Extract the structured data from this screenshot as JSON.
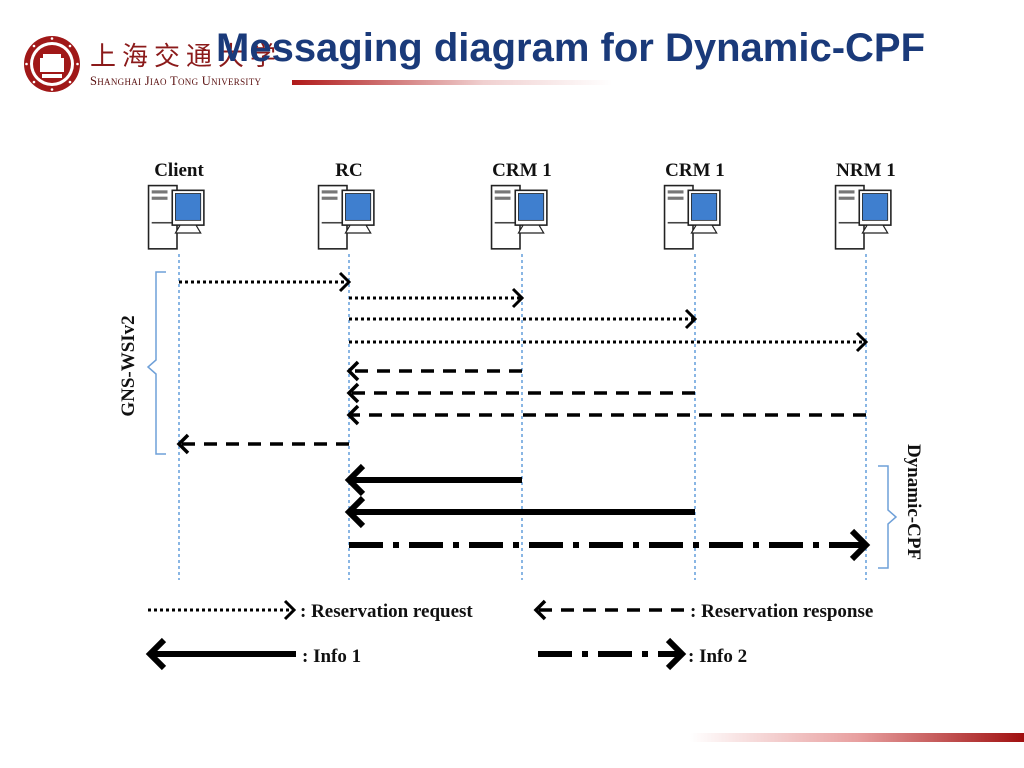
{
  "header": {
    "university_cn": "上海交通大学",
    "university_en": "Shanghai Jiao Tong University",
    "title": "Messaging diagram for Dynamic-CPF"
  },
  "diagram": {
    "nodes": [
      {
        "label": "Client"
      },
      {
        "label": "RC"
      },
      {
        "label": "CRM 1"
      },
      {
        "label": "CRM 1"
      },
      {
        "label": "NRM 1"
      }
    ],
    "group_left": "GNS-WSIv2",
    "group_right": "Dynamic-CPF",
    "messages": [
      {
        "from": 0,
        "to": 1,
        "kind": "reservation_request"
      },
      {
        "from": 1,
        "to": 2,
        "kind": "reservation_request"
      },
      {
        "from": 1,
        "to": 3,
        "kind": "reservation_request"
      },
      {
        "from": 1,
        "to": 4,
        "kind": "reservation_request"
      },
      {
        "from": 2,
        "to": 1,
        "kind": "reservation_response"
      },
      {
        "from": 3,
        "to": 1,
        "kind": "reservation_response"
      },
      {
        "from": 4,
        "to": 1,
        "kind": "reservation_response"
      },
      {
        "from": 1,
        "to": 0,
        "kind": "reservation_response"
      },
      {
        "from": 2,
        "to": 1,
        "kind": "info1"
      },
      {
        "from": 3,
        "to": 1,
        "kind": "info1"
      },
      {
        "from": 1,
        "to": 4,
        "kind": "info2"
      }
    ],
    "legend": {
      "reservation_request": ": Reservation request",
      "reservation_response": ": Reservation response",
      "info1": ": Info 1",
      "info2": ": Info 2"
    }
  }
}
